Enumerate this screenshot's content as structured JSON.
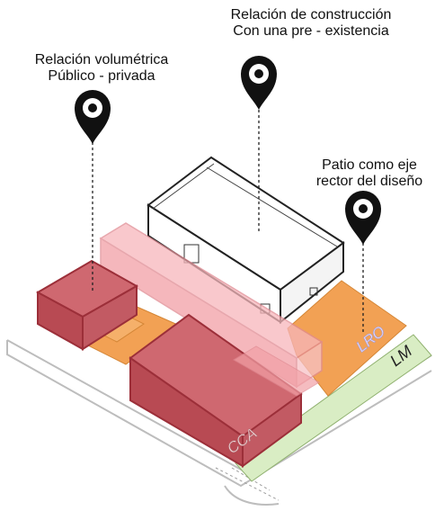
{
  "callouts": {
    "volumetrica": {
      "line1": "Relación volumétrica",
      "line2": "Público - privada"
    },
    "construccion": {
      "line1": "Relación de construcción",
      "line2": "Con una pre - existencia"
    },
    "patio": {
      "line1": "Patio como eje",
      "line2": "rector del diseño"
    }
  },
  "plan_labels": {
    "lro": "LRO",
    "lm": "LM",
    "cca": "CCA"
  },
  "icons": {
    "pin": "map-pin-icon"
  },
  "colors": {
    "sidewalk_green": "#d9edc4",
    "patio_orange": "#f2a154",
    "volume_red": "#c85a62",
    "volume_red_transparent": "#f2a0a6",
    "existing_white": "#ffffff",
    "outline": "#222222"
  }
}
